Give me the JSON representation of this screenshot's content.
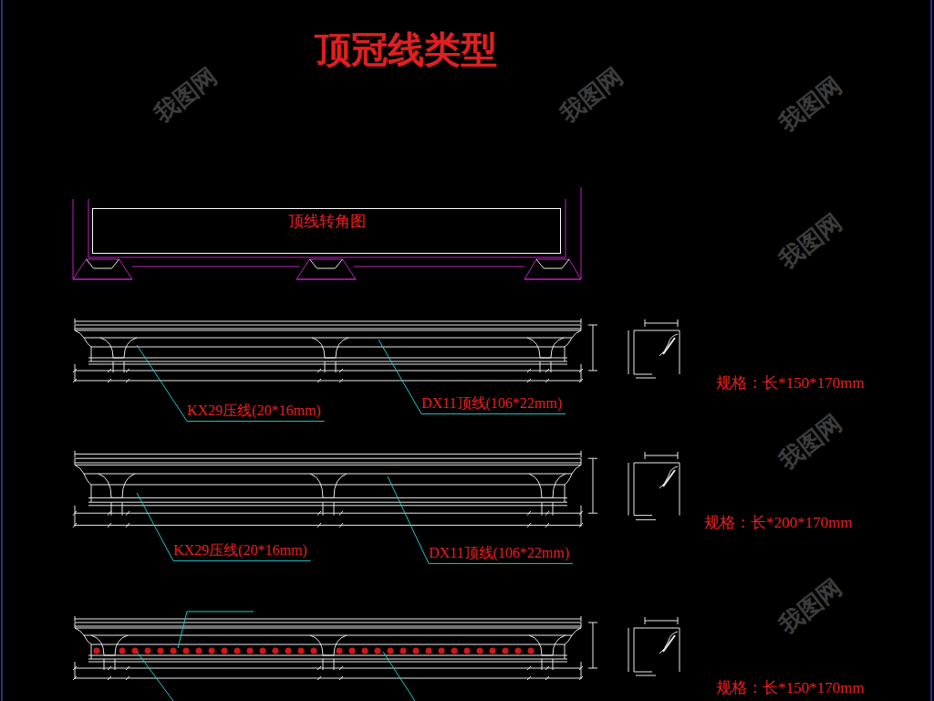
{
  "diagram": {
    "title": "顶冠线类型",
    "nodes": [
      {
        "text": [
          "顶线转角图"
        ]
      }
    ],
    "labels": [
      "KX29压线(20*16mm)",
      "DX11顶线(106*22mm)",
      "规格：长*150*170mm",
      "KX29压线(20*16mm)",
      "DX11顶线(106*22mm)",
      "规格：长*200*170mm",
      "规格：长*150*170mm",
      "我图网",
      "我图网",
      "我图网",
      "我图网",
      "我图网",
      "我图网"
    ]
  }
}
